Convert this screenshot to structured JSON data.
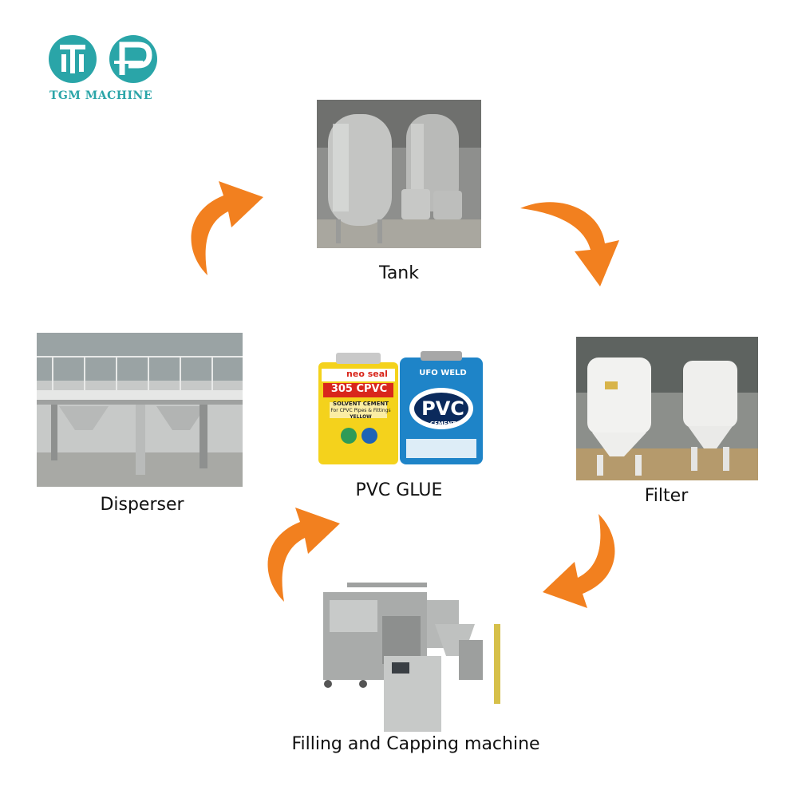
{
  "brand": {
    "name": "TGM MACHINE",
    "color": "#2aa5a8",
    "logo_icons": [
      "tgm-monogram-icon",
      "p-monogram-icon"
    ]
  },
  "accent_arrow_color": "#f2801f",
  "center": {
    "label": "PVC GLUE",
    "can_left": {
      "brand": "neo seal",
      "product": "305 CPVC",
      "line1": "SOLVENT CEMENT",
      "line2": "For CPVC Pipes & Fittings",
      "line3": "YELLOW",
      "color": "#f4d21c"
    },
    "can_right": {
      "brand": "UFO WELD",
      "product": "PVC",
      "line1": "CEMENT",
      "color": "#1e84c8"
    }
  },
  "steps": [
    {
      "id": "tank",
      "label": "Tank"
    },
    {
      "id": "filter",
      "label": "Filter"
    },
    {
      "id": "filling",
      "label": "Filling and Capping machine"
    },
    {
      "id": "disperser",
      "label": "Disperser"
    }
  ]
}
